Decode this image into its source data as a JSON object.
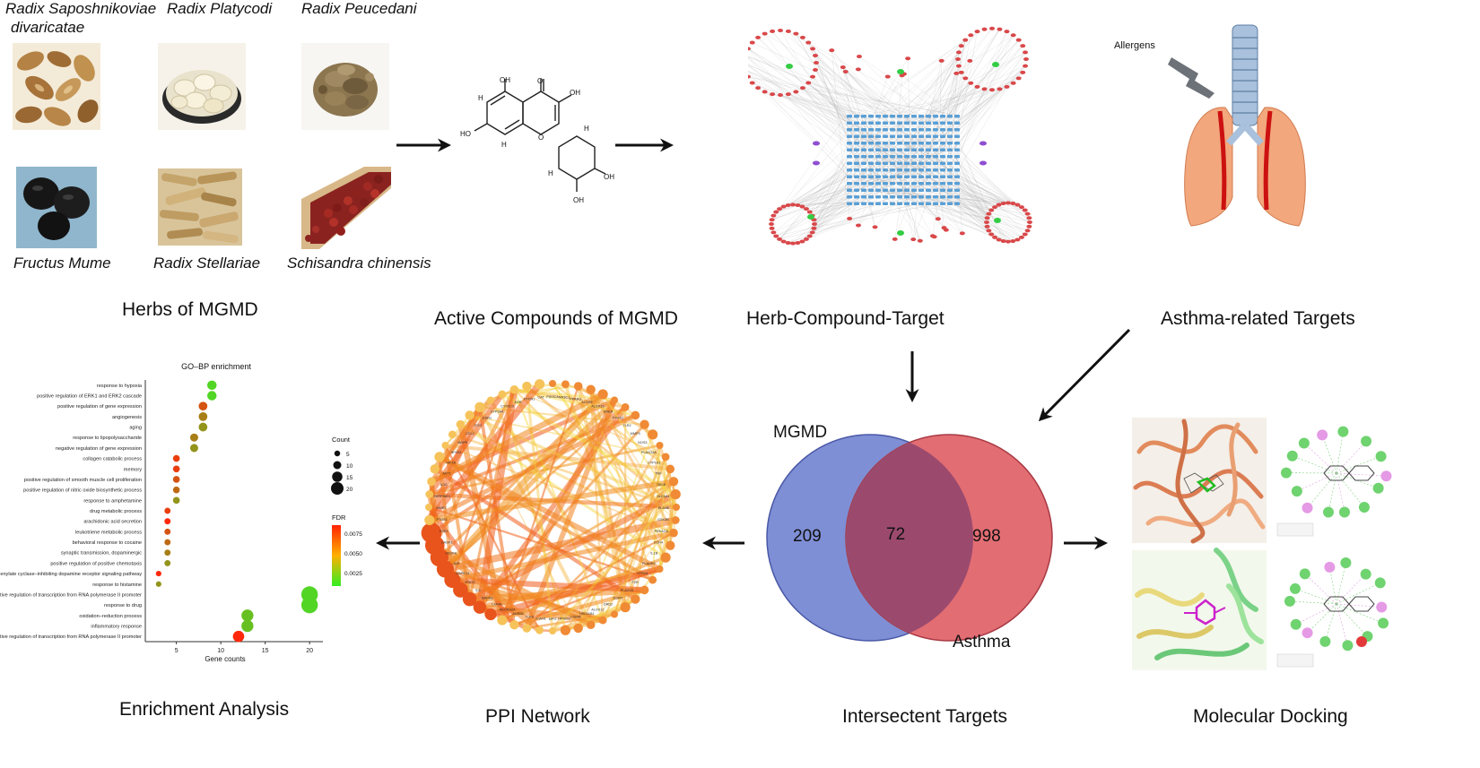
{
  "herbs": {
    "items": [
      {
        "name_line1": "Radix Saposhnikoviae",
        "name_line2": "divaricatae"
      },
      {
        "name": "Radix Platycodi"
      },
      {
        "name": "Radix Peucedani"
      },
      {
        "name": "Fructus Mume"
      },
      {
        "name": "Radix Stellariae"
      },
      {
        "name": "Schisandra chinensis"
      }
    ]
  },
  "panels": {
    "herbs": "Herbs of MGMD",
    "compounds": "Active Compounds of MGMD",
    "hct": "Herb-Compound-Target",
    "asthma": "Asthma-related Targets",
    "enrichment": "Enrichment Analysis",
    "ppi": "PPI Network",
    "intersect": "Intersectent Targets",
    "docking": "Molecular Docking"
  },
  "lung": {
    "allergens_label": "Allergens"
  },
  "venn": {
    "left_label": "MGMD",
    "right_label": "Asthma",
    "left_only": "209",
    "intersection": "72",
    "right_only": "998",
    "left_color": "#7f8fd6",
    "right_color": "#e26d73",
    "overlap_color": "#9b4a6e"
  },
  "molecule": {
    "atoms": [
      "O",
      "OH",
      "O",
      "OH",
      "H",
      "H",
      "HO",
      "H",
      "H",
      "OH",
      "OH"
    ]
  },
  "chart_data": {
    "type": "scatter",
    "title": "GO–BP enrichment",
    "xlabel": "Gene counts",
    "ylabel": "",
    "xlim": [
      1.5,
      21.5
    ],
    "xticks": [
      5,
      10,
      15,
      20
    ],
    "categories": [
      "response to hypoxia",
      "positive regulation of ERK1 and ERK2 cascade",
      "positive regulation of gene expression",
      "angiogenesis",
      "aging",
      "response to lipopolysaccharide",
      "negative regulation of gene expression",
      "collagen catabolic process",
      "memory",
      "positive regulation of smooth muscle cell proliferation",
      "positive regulation of nitric oxide biosynthetic process",
      "response to amphetamine",
      "drug metabolic process",
      "arachidonic acid secretion",
      "leukotriene metabolic process",
      "behavioral response to cocaine",
      "synaptic transmission, dopaminergic",
      "positive regulation of positive chemotaxis",
      "adenylate cyclase–inhibiting dopamine receptor signaling pathway",
      "response to histamine",
      "positive regulation of transcription from RNA polymerase II promoter",
      "response to drug",
      "oxidation–reduction process",
      "inflammatory response",
      "negative regulation of transcription from RNA polymerase II promoter"
    ],
    "values": [
      9,
      9,
      8,
      8,
      8,
      7,
      7,
      5,
      5,
      5,
      5,
      5,
      4,
      4,
      4,
      4,
      4,
      4,
      3,
      3,
      20,
      20,
      13,
      13,
      12
    ],
    "fdr": [
      0.001,
      0.001,
      0.007,
      0.005,
      0.004,
      0.005,
      0.004,
      0.008,
      0.008,
      0.007,
      0.006,
      0.004,
      0.008,
      0.009,
      0.007,
      0.006,
      0.005,
      0.004,
      0.009,
      0.004,
      0.001,
      0.001,
      0.002,
      0.002,
      0.009
    ],
    "size_legend": {
      "title": "Count",
      "values": [
        5,
        10,
        15,
        20
      ]
    },
    "color_legend": {
      "title": "FDR",
      "ticks": [
        "0.0075",
        "0.0050",
        "0.0025"
      ],
      "high_color": "#ff2200",
      "low_color": "#33ee22"
    }
  },
  "ppi": {
    "nodes": [
      "PIK3CA",
      "NR3C1",
      "PPARG",
      "ALOX5",
      "ALOX15",
      "EREA",
      "PTGS2",
      "TLR2",
      "MMP3",
      "NOS3",
      "PLA2G4A",
      "CYP1A1",
      "TNF",
      "SELE",
      "SLC6A4",
      "ELANE",
      "GSK3B",
      "PRKACA",
      "CCR4",
      "IL1B",
      "PLAUR2",
      "HTR2A",
      "F2R",
      "PLA2G5",
      "EGFR",
      "DRD2",
      "ALOX12",
      "HSD11B1",
      "LTB4R",
      "HPGDS",
      "MPO",
      "ICAM1",
      "TLR9",
      "ADRB2",
      "ADORA2A",
      "LTA4H",
      "MAPK8",
      "IL6",
      "STAT3",
      "MAPK14",
      "JUN",
      "VEGFA",
      "CASP3",
      "ESR1",
      "PTGS1",
      "MMP2",
      "SERPINE1",
      "IL10",
      "AKT1",
      "HIF1A",
      "NFKB1",
      "MMP9",
      "CCL2",
      "FOS",
      "EDN1",
      "CYP3A4",
      "CYP2C9",
      "KDR",
      "PTPN1",
      "CAT"
    ]
  },
  "arrow_color": "#111111"
}
